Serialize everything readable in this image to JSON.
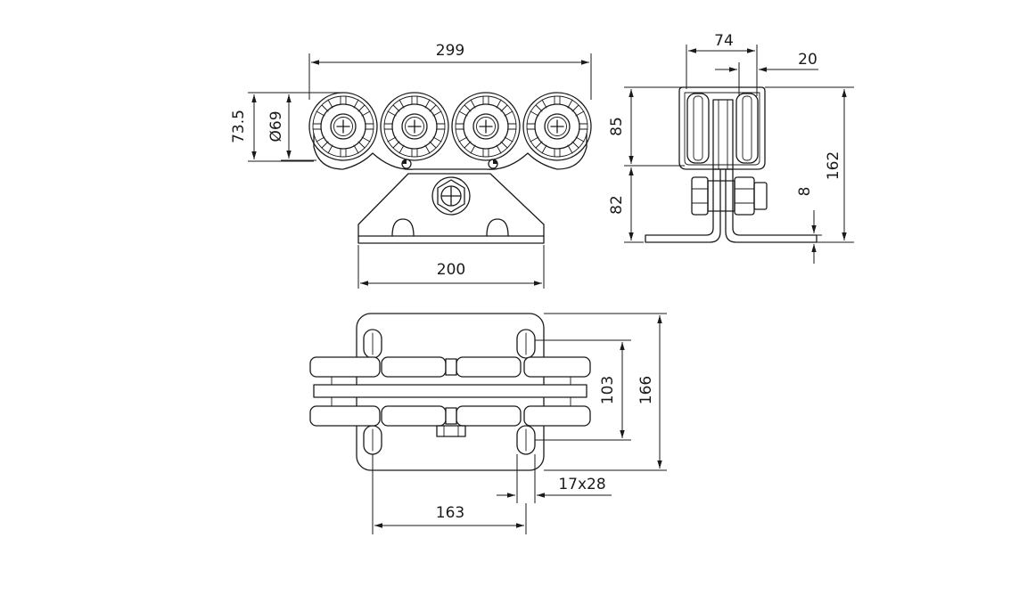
{
  "drawing": {
    "dimensions": {
      "front_width": "299",
      "front_height": "73.5",
      "wheel_diameter": "Ø69",
      "base_width": "200",
      "side_width": "74",
      "side_offset": "20",
      "side_upper_height": "85",
      "side_lower_height": "82",
      "side_total_height": "162",
      "base_plate_thickness": "8",
      "top_inner_height": "103",
      "top_total_height": "166",
      "slot_size": "17x28",
      "hole_spacing": "163"
    },
    "colors": {
      "stroke": "#1a1a1a",
      "background": "#ffffff"
    }
  }
}
